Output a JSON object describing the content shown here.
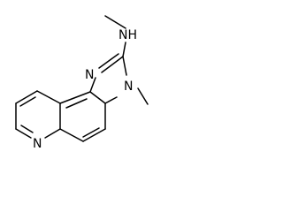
{
  "molecule": {
    "atoms": {
      "n_imidazole_top": "N",
      "nh_amine": "NH",
      "n_methyl": "N",
      "n_pyridine": "N"
    }
  },
  "colors": {
    "bond": "#000000",
    "label": "#000000",
    "background": "#ffffff"
  }
}
